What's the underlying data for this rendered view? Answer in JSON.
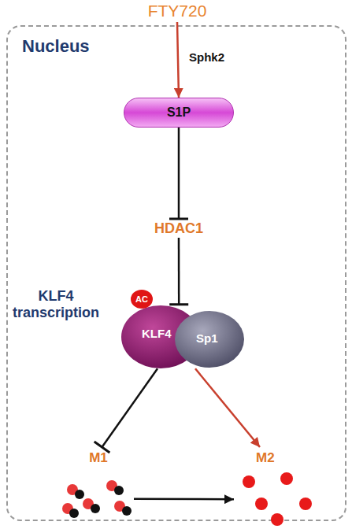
{
  "diagram": {
    "nodes": [
      {
        "text": [
          "FTY720"
        ]
      },
      {
        "text": [
          "Nucleus"
        ]
      },
      {
        "text": [
          "S1P"
        ],
        "in": 1
      },
      {
        "text": [
          "HDAC1"
        ],
        "in": 1
      },
      {
        "text": [
          "AC"
        ],
        "in": 1
      },
      {
        "text": [
          "KLF4",
          "Sp1"
        ],
        "in": 1
      },
      {
        "text": [
          "M1"
        ],
        "in": 1
      },
      {
        "text": [
          "M2"
        ],
        "in": 1
      }
    ],
    "edges": [
      {
        "from": 0,
        "to": 2,
        "label": "Sphk2",
        "arrow": "to"
      },
      {
        "from": 2,
        "to": 3,
        "arrow": "to"
      },
      {
        "from": 3,
        "to": 5,
        "arrow": "to"
      },
      {
        "from": 5,
        "to": 6,
        "arrow": "to"
      },
      {
        "from": 5,
        "to": 7,
        "arrow": "to"
      },
      {
        "from": 6,
        "to": 7,
        "arrow": "to"
      }
    ],
    "labels": [
      "KLF4 transcription"
    ]
  }
}
